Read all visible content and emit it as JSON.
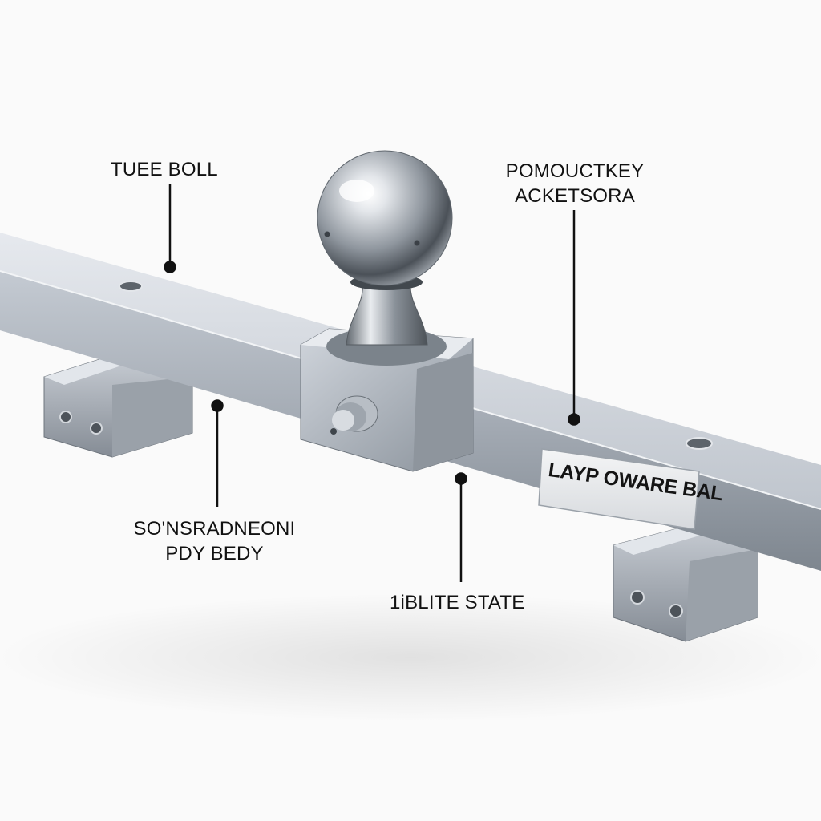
{
  "labels": {
    "top_left": "TUEE BOLL",
    "top_right": [
      "POMOUCTKEY",
      "ACKETSORA"
    ],
    "bottom_left": [
      "SO'NSRADNEONI",
      "PDY BEDY"
    ],
    "bottom_right": "1iBLITE STATE"
  },
  "plate": {
    "text": "LAYP OWARE BAL"
  },
  "colors": {
    "background": "#fafafa",
    "steel_light": "#d9dde3",
    "steel_mid": "#a9b0ba",
    "steel_dark": "#6f7780",
    "ink": "#111111"
  }
}
